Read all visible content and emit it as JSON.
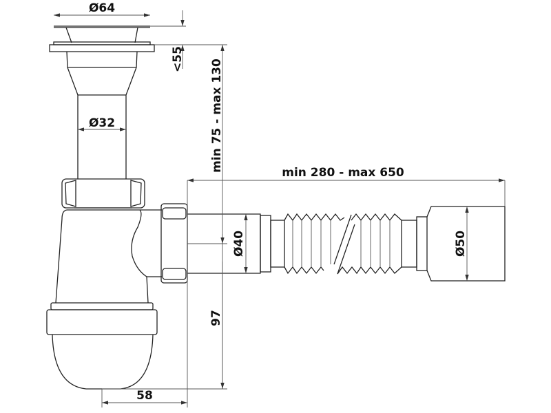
{
  "drawing": {
    "colors": {
      "outline": "#222222",
      "dimension": "#555555",
      "background": "#ffffff"
    },
    "dimensions": {
      "strainer_diameter": "Ø64",
      "strainer_height": "<55",
      "inlet_pipe_diameter": "Ø32",
      "inlet_height_range": "min 75 - max 130",
      "outlet_length_range": "min 280 - max 650",
      "outlet_pipe_diameter": "Ø40",
      "outlet_end_diameter": "Ø50",
      "trap_height": "97",
      "trap_offset": "58"
    }
  }
}
